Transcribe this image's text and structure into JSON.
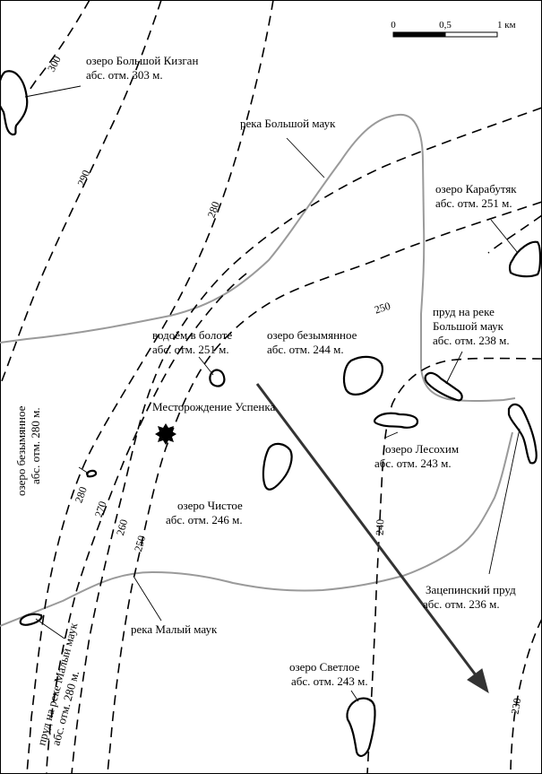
{
  "scale": {
    "ticks": [
      "0",
      "0,5",
      "1 км"
    ]
  },
  "contours": {
    "c300": "300",
    "c290": "290",
    "c280": "280",
    "c280b": "280",
    "c270": "270",
    "c260": "260",
    "c250": "250",
    "c250b": "250",
    "c240": "240",
    "c230": "230"
  },
  "lakes": {
    "bolshoy_kizgan": [
      "озеро Большой Кизган",
      "абс. отм. 303 м."
    ],
    "bolshoy_mauk_river": "река Большой маук",
    "karabutyak": [
      "озеро Карабутяк",
      "абс. отм. 251 м."
    ],
    "prud_bolshoy_mauk": [
      "пруд на реке",
      "Большой маук",
      "абс. отм. 238 м."
    ],
    "vodoem": [
      "водоём в болоте",
      "абс. отм. 251 м."
    ],
    "bezymyannoe": [
      "озеро безымянное",
      "абс. отм. 244 м."
    ],
    "mestorozhdenie": "Месторождение Успенка",
    "lesokhim": [
      "озеро Лесохим",
      "абс. отм. 243 м."
    ],
    "chistoe": [
      "озеро Чистое",
      "абс. отм. 246 м."
    ],
    "bezymyannoe_left": [
      "озеро безымянное",
      "абс. отм. 280 м."
    ],
    "zatsepinsky": [
      "Зацепинский пруд",
      "абс. отм. 236 м."
    ],
    "maly_mauk_river": "река Малый маук",
    "prud_maly_mauk": [
      "пруд на реке Малый маук",
      "абс. отм. 280 м."
    ],
    "svetloe": [
      "озеро Светлое",
      "абс. отм. 243 м."
    ]
  },
  "colors": {
    "river": "#9a9a9a",
    "contour": "#000000",
    "lake_fill": "#ffffff",
    "arrow": "#333333"
  }
}
